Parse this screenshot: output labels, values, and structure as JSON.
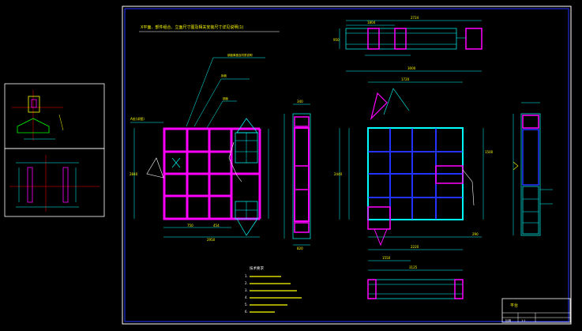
{
  "colors": {
    "background": "#000000",
    "frame": "#ffffff",
    "magenta": "#ff00ff",
    "cyan": "#00ffff",
    "green": "#00ff00",
    "yellow": "#ffff00",
    "blue": "#2233ff",
    "red": "#ff0000"
  },
  "drawing": {
    "title_note": "X平面、部件组合、立面尺寸图及相关安装尺寸详见说明(1)",
    "left_note": "A处(详图)",
    "callouts": [
      "钢板厚度及材质说明",
      "肋板",
      "钢板"
    ],
    "notes_title": "技术要求",
    "notes": [
      "1.",
      "2.",
      "3.",
      "4.",
      "5.",
      "6."
    ]
  },
  "title_block": {
    "name": "平台",
    "scale_label": "比例",
    "scale": "1:1"
  },
  "dimensions": {
    "left_view": [
      "750",
      "454",
      "2950",
      "2840"
    ],
    "middle_top": [
      "2724",
      "1804",
      "950"
    ],
    "middle_view": [
      "3000",
      "1720",
      "2440",
      "1500",
      "2220",
      "290"
    ],
    "bottom": [
      "3125",
      "1550"
    ],
    "side": [
      "340",
      "820"
    ]
  }
}
